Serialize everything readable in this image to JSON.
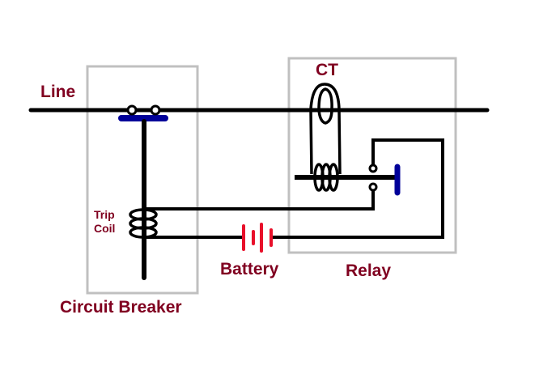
{
  "diagram": {
    "title": "Circuit breaker trip circuit with CT and relay",
    "labels": {
      "line": "Line",
      "ct": "CT",
      "trip_coil_line1": "Trip",
      "trip_coil_line2": "Coil",
      "battery": "Battery",
      "relay": "Relay",
      "circuit_breaker": "Circuit Breaker"
    },
    "colors": {
      "wire": "#000000",
      "box": "#c0c0c0",
      "contact_bar": "#000099",
      "battery": "#e8102a",
      "label": "#800020"
    },
    "components": [
      {
        "name": "Line",
        "type": "conductor"
      },
      {
        "name": "Circuit Breaker",
        "type": "breaker",
        "parts": [
          "main contacts",
          "trip coil"
        ]
      },
      {
        "name": "CT",
        "type": "current-transformer"
      },
      {
        "name": "Relay",
        "type": "relay",
        "parts": [
          "relay coil",
          "relay contacts"
        ]
      },
      {
        "name": "Battery",
        "type": "dc-source"
      }
    ]
  }
}
